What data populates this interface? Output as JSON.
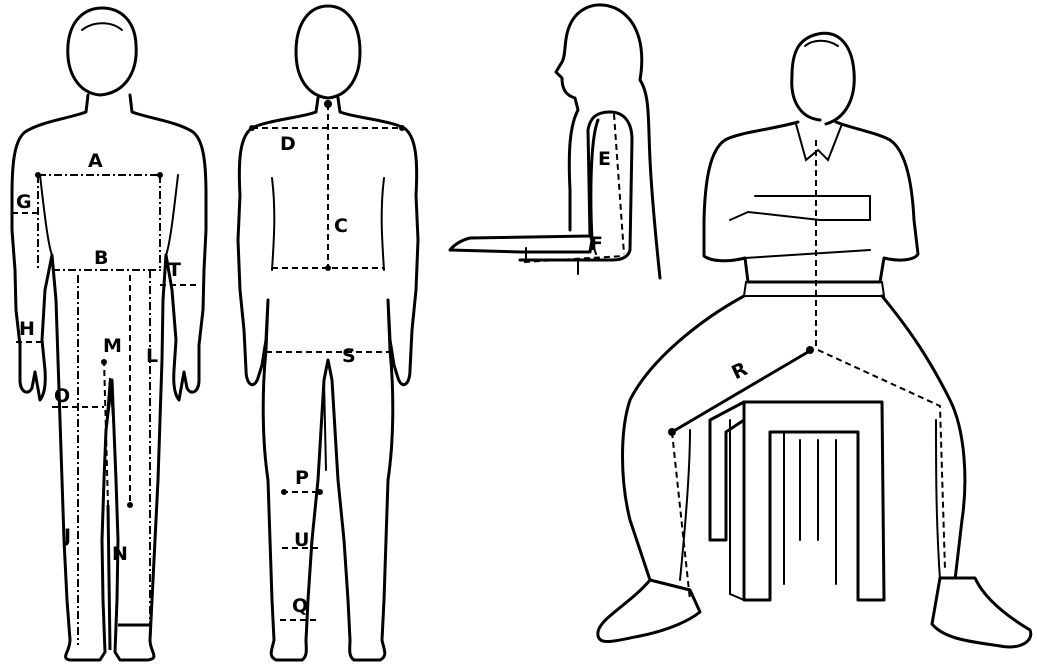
{
  "labels": {
    "A": "A",
    "B": "B",
    "C": "C",
    "D": "D",
    "E": "E",
    "F": "F",
    "G": "G",
    "H": "H",
    "J": "J",
    "L": "L",
    "M": "M",
    "N": "N",
    "O": "O",
    "P": "P",
    "Q": "Q",
    "R": "R",
    "S": "S",
    "T": "T",
    "U": "U"
  },
  "colors": {
    "ink": "#000000",
    "paper": "#ffffff"
  }
}
